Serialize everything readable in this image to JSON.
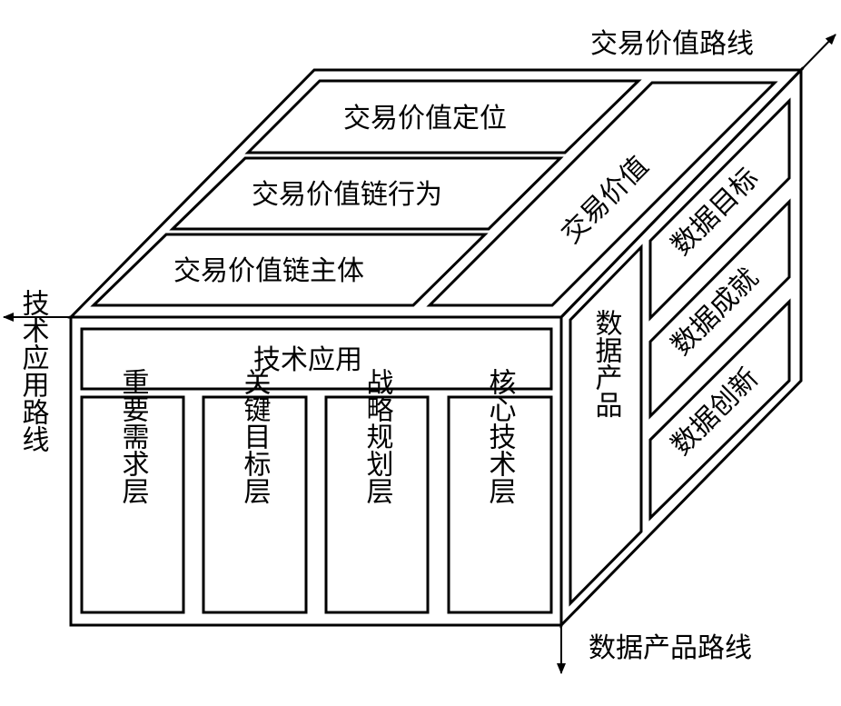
{
  "axes": {
    "trade_route": "交易价值路线",
    "tech_route": "技术应用路线",
    "data_route": "数据产品路线"
  },
  "top_face": {
    "items": [
      "交易价值定位",
      "交易价值链行为",
      "交易价值链主体"
    ],
    "side_label": "交易价值"
  },
  "front_face": {
    "header": "技术应用",
    "columns": [
      "重要需求层",
      "关键目标层",
      "战略规划层",
      "核心技术层"
    ]
  },
  "right_face": {
    "main_label": "数据产品",
    "items": [
      "数据目标",
      "数据成就",
      "数据创新"
    ]
  }
}
